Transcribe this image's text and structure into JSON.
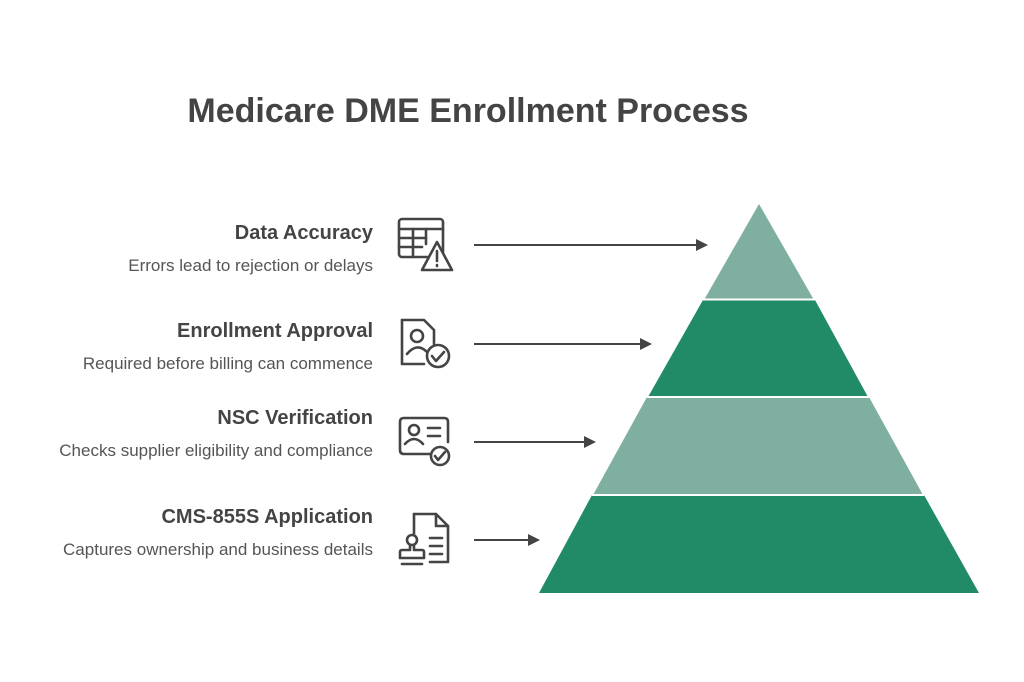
{
  "title": "Medicare DME Enrollment Process",
  "colors": {
    "light_tier": "#7FAFA0",
    "dark_tier": "#218B68",
    "text": "#444444",
    "arrow": "#444444"
  },
  "steps": [
    {
      "heading": "Data Accuracy",
      "description": "Errors lead to rejection or delays",
      "icon": "spreadsheet-warning-icon",
      "tier_color": "light"
    },
    {
      "heading": "Enrollment Approval",
      "description": "Required before billing can commence",
      "icon": "user-document-check-icon",
      "tier_color": "dark"
    },
    {
      "heading": "NSC Verification",
      "description": "Checks supplier eligibility and compliance",
      "icon": "id-card-check-icon",
      "tier_color": "light"
    },
    {
      "heading": "CMS-855S Application",
      "description": "Captures ownership and business details",
      "icon": "document-stamp-icon",
      "tier_color": "dark"
    }
  ]
}
